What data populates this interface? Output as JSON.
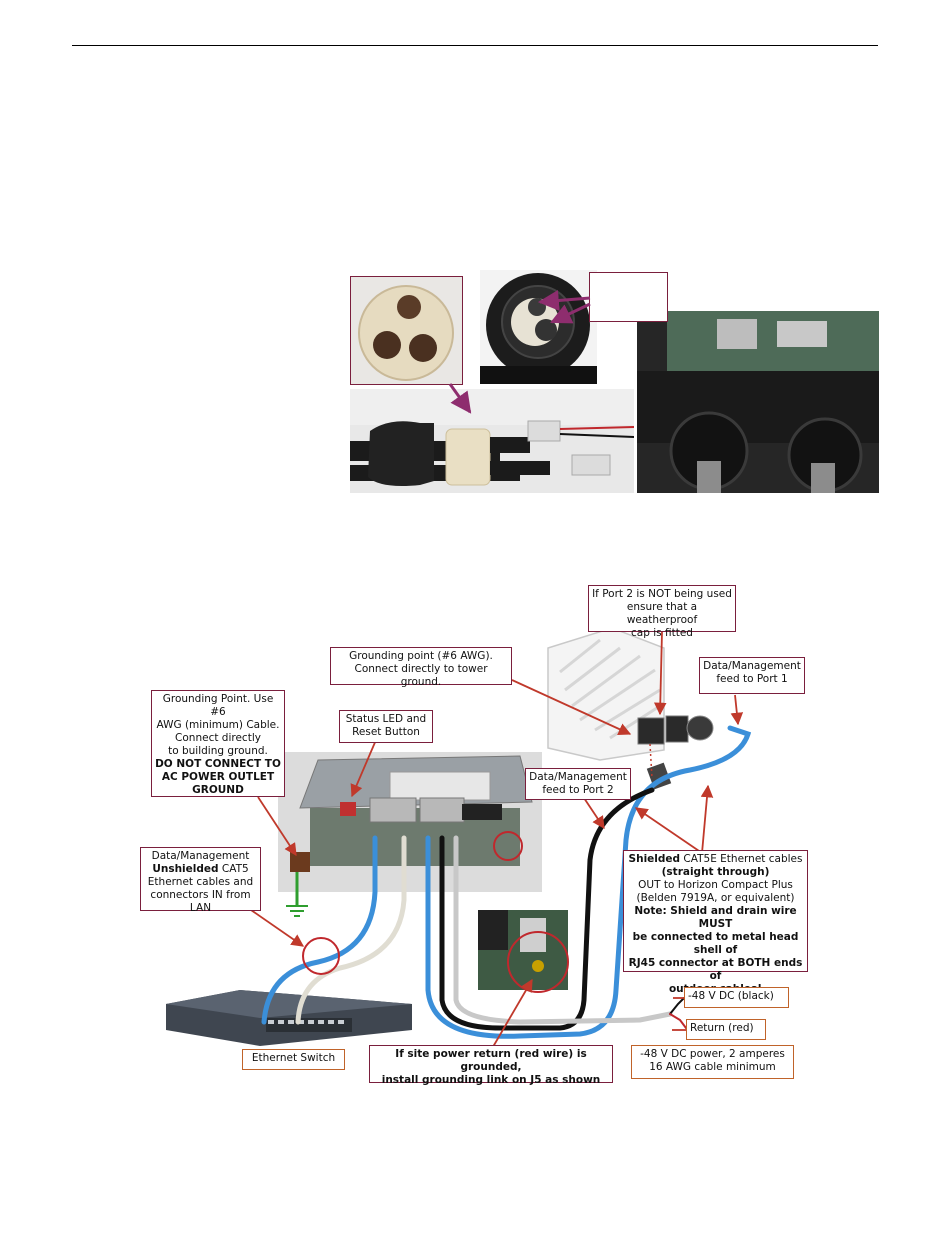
{
  "annotations": {
    "port2_cap": [
      "If Port 2 is NOT being used",
      "ensure that a weatherproof",
      "cap is fitted"
    ],
    "tower_ground": [
      "Grounding point (#6 AWG).",
      "Connect directly to tower ground."
    ],
    "port1_feed": [
      "Data/Management",
      "feed to Port 1"
    ],
    "building_ground": [
      "Grounding Point. Use #6",
      "AWG (minimum) Cable.",
      "Connect directly",
      "to building ground."
    ],
    "building_ground_warning": [
      "DO NOT CONNECT TO",
      "AC POWER OUTLET",
      "GROUND"
    ],
    "status_led": [
      "Status LED and",
      "Reset Button"
    ],
    "port2_feed": [
      "Data/Management",
      "feed to Port 2"
    ],
    "lan": {
      "line1": "Data/Management",
      "bold": "Unshielded",
      "line2_rest": " CAT5",
      "line3": "Ethernet cables and",
      "line4": "connectors IN from LAN"
    },
    "shielded": {
      "bold1": "Shielded",
      "line1_rest": " CAT5E Ethernet cables",
      "bold2": "(straight through)",
      "line3": "OUT to Horizon Compact Plus",
      "line4": "(Belden 7919A, or equivalent)",
      "note": [
        "Note: Shield and drain wire MUST",
        "be connected to metal head shell of",
        "RJ45 connector at BOTH ends of",
        "outdoor cables!"
      ]
    },
    "minus48": "-48 V DC (black)",
    "return_red": "Return (red)",
    "power_spec": [
      "-48 V DC power, 2 amperes",
      "16 AWG cable minimum"
    ],
    "switch": "Ethernet Switch",
    "grounding_link": [
      "If site power return (red wire) is grounded,",
      "install grounding link on J5 as shown"
    ]
  },
  "colors": {
    "box_border": "#7a1f3d",
    "arrow": "#c0392b",
    "cable_blue": "#3b8fd9",
    "cable_black": "#111111",
    "cable_white": "#e0ddd2",
    "ground_green": "#2f9e2f",
    "purple_arrow": "#8e2d6e"
  }
}
